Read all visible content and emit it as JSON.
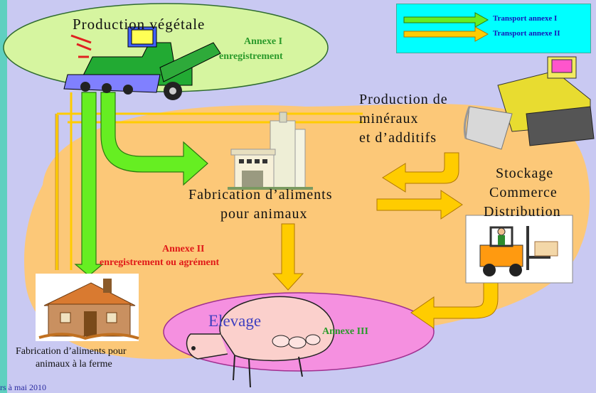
{
  "legend": {
    "items": [
      {
        "label": "Transport annexe I",
        "color": "#66ee22"
      },
      {
        "label": "Transport annexe II",
        "color": "#ffcc00"
      }
    ]
  },
  "nodes": {
    "production_vegetale": "Production végétale",
    "production_mineraux_l1": "Production de",
    "production_mineraux_l2": "minéraux",
    "production_mineraux_l3": "et d’additifs",
    "fabrication_l1": "Fabrication d’aliments",
    "fabrication_l2": "pour animaux",
    "stockage_l1": "Stockage",
    "stockage_l2": "Commerce",
    "stockage_l3": "Distribution",
    "elevage": "Elevage",
    "ferme_l1": "Fabrication d’aliments pour",
    "ferme_l2": "animaux à la ferme"
  },
  "annexes": {
    "annexe1_l1": "Annexe I",
    "annexe1_l2": "enregistrement",
    "annexe2_l1": "Annexe II",
    "annexe2_l2": "enregistrement ou agrément",
    "annexe3": "Annexe III"
  },
  "footer": "rs à mai 2010",
  "colors": {
    "background": "#c9c9f2",
    "orange_zone": "#fcc878",
    "green_ellipse": "#d6f5a0",
    "pink_ellipse": "#f590e0",
    "annex_green": "#2a9a2a",
    "annex_red": "#e01818",
    "arrow_green": "#66ee22",
    "arrow_orange": "#ffcc00"
  }
}
